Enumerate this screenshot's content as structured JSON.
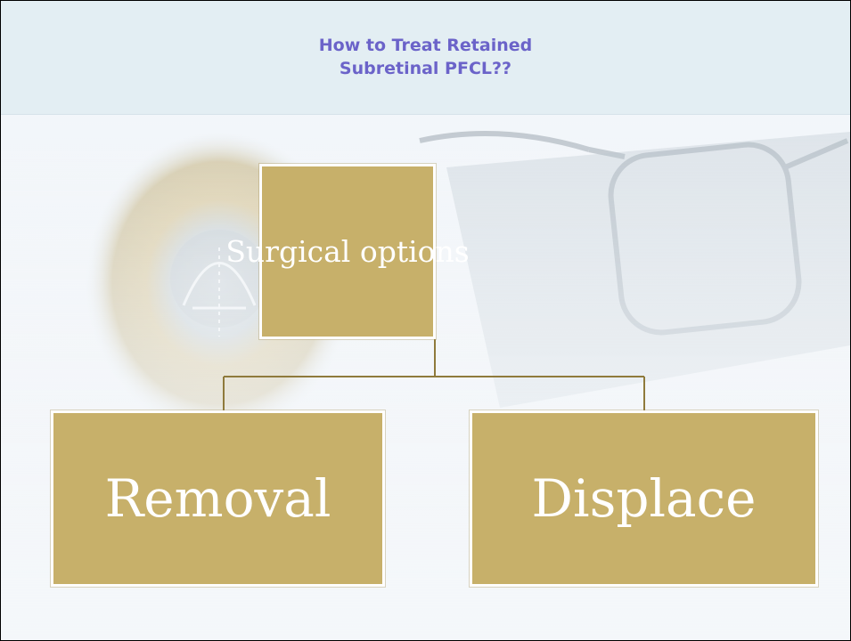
{
  "slide": {
    "title": "How to Treat Retained\nSubretinal PFCL??"
  },
  "diagram": {
    "root": {
      "label": "Surgical options"
    },
    "children": [
      {
        "label": "Removal"
      },
      {
        "label": "Displace"
      }
    ]
  },
  "colors": {
    "title": "#6b63c9",
    "box_fill": "#c7b06a",
    "box_text": "#ffffff",
    "connector": "#8f7a3c",
    "title_band": "#e3eef3"
  },
  "background_art": {
    "left_icon": "eye-iris-icon",
    "right_icon": "eyeglasses-icon"
  }
}
